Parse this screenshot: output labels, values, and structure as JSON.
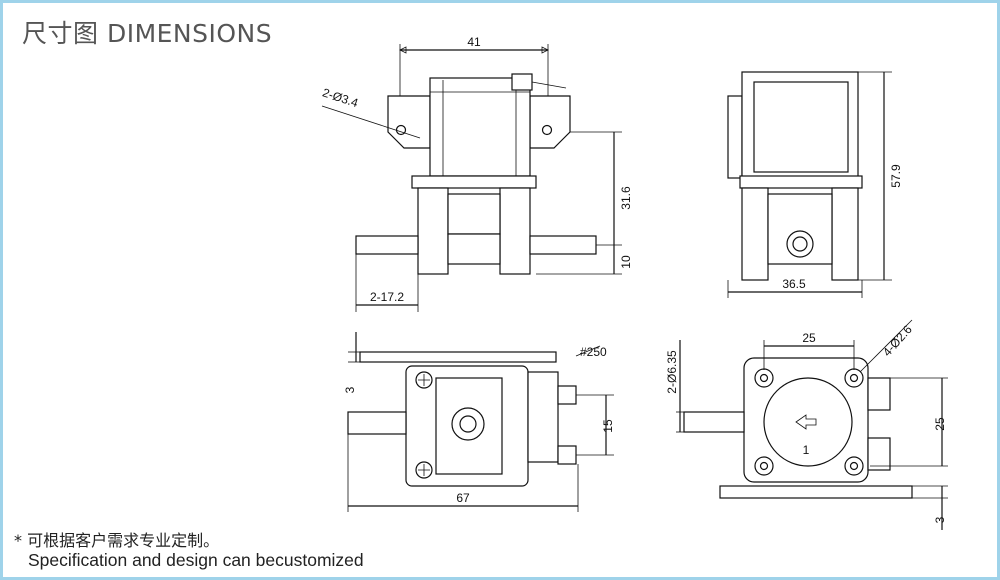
{
  "title": "尺寸图 DIMENSIONS",
  "notes": {
    "cn": "* 可根据客户需求专业定制。",
    "en": "Specification and design can becustomized"
  },
  "dimensions": {
    "front_width": "41",
    "mount_holes": "2-Ø3.4",
    "front_height": "31.6",
    "port_center_height": "10",
    "port_length": "2-17.2",
    "side_height": "57.9",
    "side_width": "36.5",
    "tab_spec": "#250",
    "top_thickness": "3",
    "terminal_pitch": "15",
    "top_width": "67",
    "hole_pitch": "25",
    "corner_holes": "4-Ø2.6",
    "port_diameter": "2-Ø6.35",
    "hole_pitch_vertical": "25",
    "bottom_thickness": "3"
  },
  "marks": {
    "flow_number": "1"
  }
}
